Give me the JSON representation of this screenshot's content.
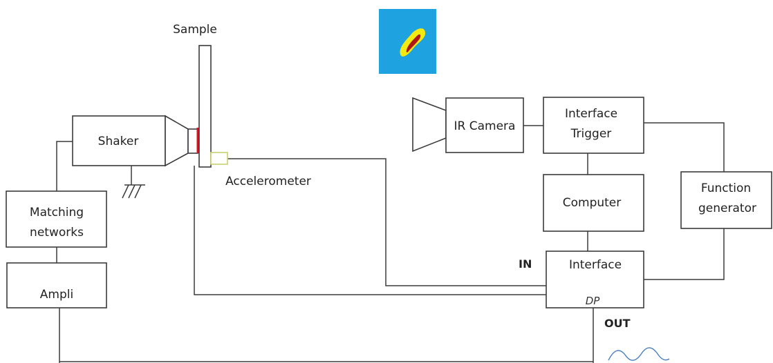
{
  "labels": {
    "sample": "Sample",
    "shaker": "Shaker",
    "accelerometer": "Accelerometer",
    "matching_line1": "Matching",
    "matching_line2": "networks",
    "ampli": "Ampli",
    "ir_camera": "IR Camera",
    "interface_trigger_line1": "Interface",
    "interface_trigger_line2": "Trigger",
    "computer": "Computer",
    "function_line1": "Function",
    "function_line2": "generator",
    "interface": "Interface",
    "dp": "DP",
    "in": "IN",
    "out": "OUT"
  },
  "colors": {
    "thermal_background": "#1fa2e0",
    "thermal_outer": "#f2ea10",
    "thermal_inner": "#b01818",
    "shaker_contact": "#e01020",
    "accelerometer": "#c8d070",
    "signal_wave": "#4a7fc0"
  }
}
